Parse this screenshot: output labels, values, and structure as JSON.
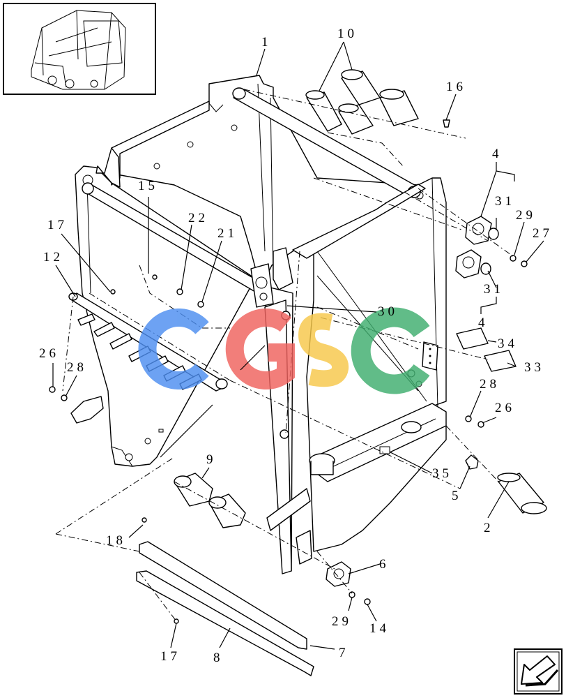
{
  "callouts": {
    "c1": "1",
    "c10": "10",
    "c16": "16",
    "c4a": "4",
    "c31a": "31",
    "c29a": "29",
    "c27": "27",
    "c15": "15",
    "c22": "22",
    "c21": "21",
    "c17a": "17",
    "c12": "12",
    "c30": "30",
    "c31b": "31",
    "c4b": "4",
    "c34": "34",
    "c33": "33",
    "c26a": "26",
    "c28a": "28",
    "c28b": "28",
    "c26b": "26",
    "c35": "35",
    "c5": "5",
    "c2": "2",
    "c9": "9",
    "c18": "18",
    "c6": "6",
    "c29b": "29",
    "c14": "14",
    "c17b": "17",
    "c8": "8",
    "c7": "7"
  },
  "watermark": {
    "letters": [
      "C",
      "G",
      "S",
      "C"
    ],
    "colors": [
      "#4d8ef0",
      "#f0625e",
      "#f7c84a",
      "#3fae6e"
    ]
  },
  "icons": {
    "thumbnail": "machine-overview-thumbnail",
    "nav": "exit-arrow-icon"
  }
}
